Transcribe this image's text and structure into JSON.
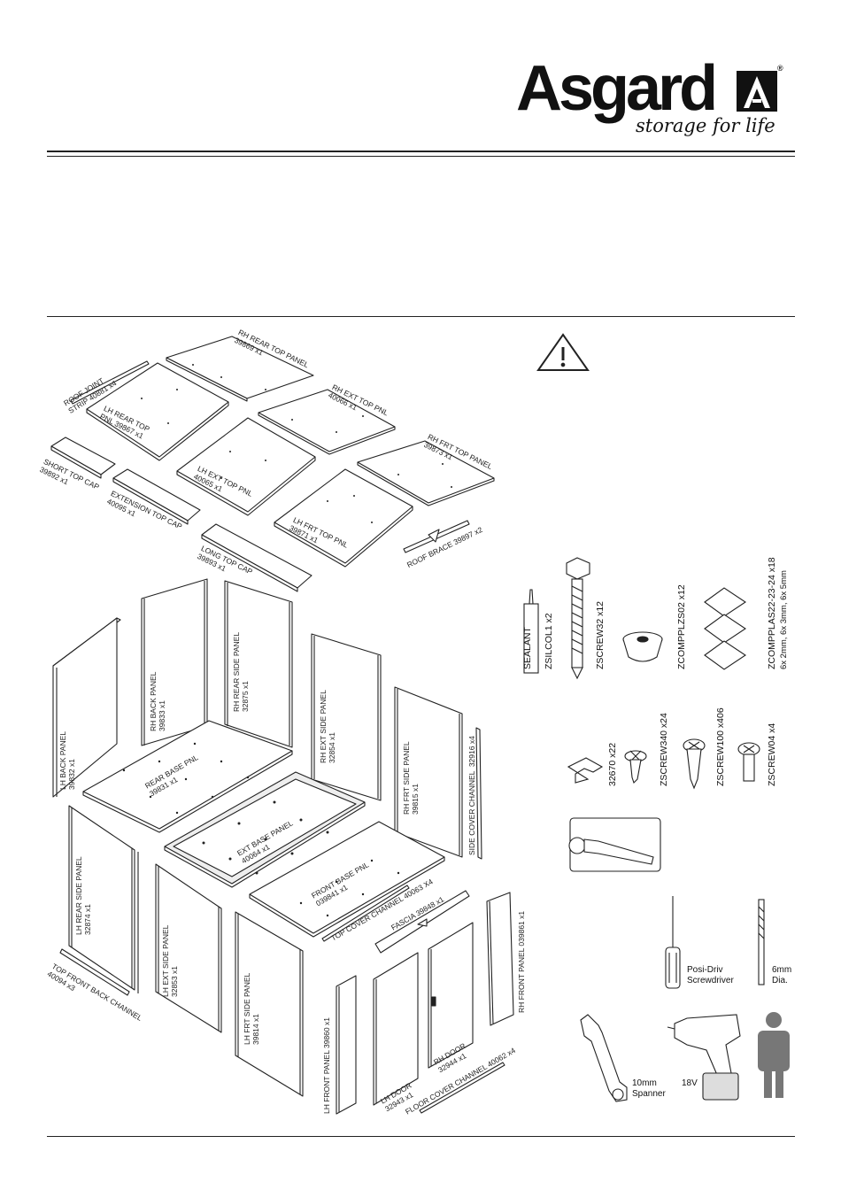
{
  "brand": {
    "name": "Asgard",
    "tagline": "storage for life",
    "registered": "®"
  },
  "parts": {
    "rh_rear_top": "RH REAR TOP PANEL\n39869 x1",
    "roof_joint": "ROOF JOINT\nSTRIP 40881 x4",
    "lh_rear_top": "LH REAR TOP\nPNL 39867 x1",
    "rh_ext_top": "RH EXT TOP PNL\n40066 x1",
    "rh_frt_top": "RH FRT TOP PANEL\n39873 x1",
    "short_top_cap": "SHORT TOP CAP\n39892 x1",
    "lh_ext_top": "LH EXT TOP PNL\n40065 x1",
    "extension_top_cap": "EXTENSION TOP CAP\n40095 x1",
    "lh_frt_top": "LH FRT TOP PNL\n39871 x1",
    "roof_brace": "ROOF BRACE 39897 x2",
    "long_top_cap": "LONG TOP CAP\n39893 x1",
    "lh_back": "LH BACK PANEL\n39832 x1",
    "rh_back": "RH BACK PANEL\n39833 x1",
    "rh_rear_side": "RH REAR SIDE PANEL\n32875 x1",
    "rh_ext_side": "RH EXT SIDE PANEL\n32854 x1",
    "rear_base": "REAR BASE PNL\n39831 x1",
    "rh_frt_side": "RH FRT SIDE PANEL\n39815 x1",
    "side_cover_channel": "SIDE COVER CHANNEL  32916 x4",
    "ext_base": "EXT BASE PANEL\n40064 x1",
    "lh_rear_side": "LH REAR SIDE PANEL\n32874 x1",
    "front_base": "FRONT BASE PNL\n039841 x1",
    "top_cover_channel": "TOP COVER CHANNEL 40063 X4",
    "fascia": "FASCIA 39848 x1",
    "lh_ext_side": "LH EXT SIDE PANEL\n32853 x1",
    "rh_front_panel": "RH FRONT PANEL 039861 x1",
    "lh_frt_side": "LH FRT SIDE PANEL\n39814 x1",
    "top_front_back_channel": "TOP FRONT BACK CHANNEL\n40094 x3",
    "lh_front_panel": "LH FRONT PANEL 39860 x1",
    "rh_door": "RH DOOR\n32944 x1",
    "lh_door": "LH DOOR\n32943 x1",
    "floor_cover_channel": "FLOOR COVER CHANNEL 40062 x4"
  },
  "hardware": {
    "sealant": "SEALANT",
    "zsilcol": "ZSILCOL1  x2",
    "zscrew32": "ZSCREW32  x12",
    "zcompplzs02": "ZCOMPPLZS02  x12",
    "zcompplas": "ZCOMPPLAS22-23-24  x18",
    "zcompplas_sizes": "6x  2mm, 6x 3mm, 6x 5mm",
    "clip": "32670  x22",
    "zscrew340": "ZSCREW340  x24",
    "zscrew100": "ZSCREW100  x406",
    "zscrew04": "ZSCREW04  x4"
  },
  "tools": {
    "screwdriver": "Posi-Driv\nScrewdriver",
    "drill_bit": "6mm\nDia.",
    "spanner": "10mm\nSpanner",
    "drill": "18V"
  },
  "icons": [
    "warning-triangle-icon",
    "key-icon",
    "screwdriver-icon",
    "drill-bit-icon",
    "spanner-icon",
    "cordless-drill-icon",
    "person-icon"
  ]
}
